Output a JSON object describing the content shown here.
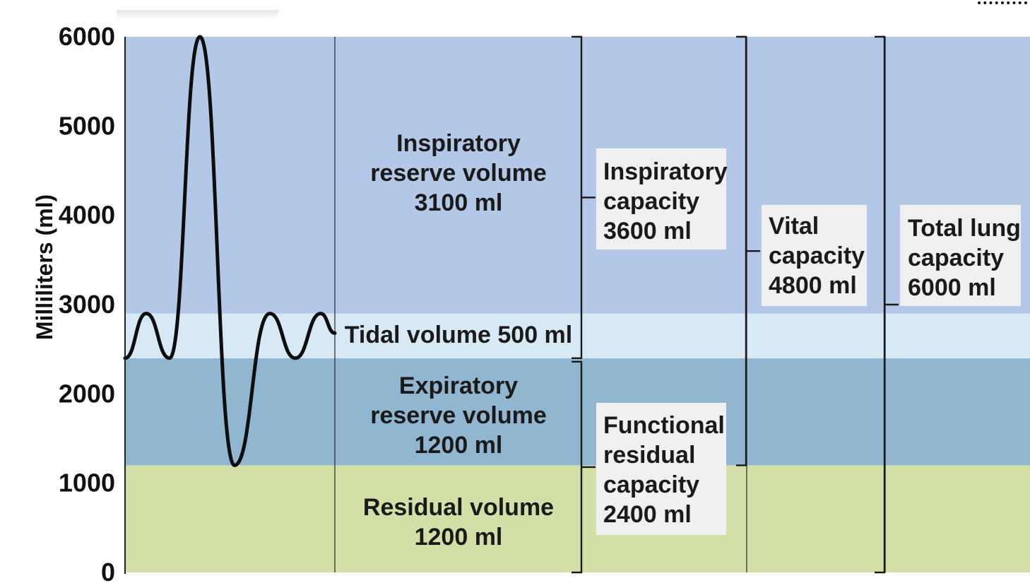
{
  "chart_data": {
    "type": "area",
    "title": "",
    "ylabel": "Milliliters (ml)",
    "xlabel": "",
    "ylim": [
      0,
      6000
    ],
    "yticks": [
      0,
      1000,
      2000,
      3000,
      4000,
      5000,
      6000
    ],
    "bands": [
      {
        "name": "Residual volume",
        "from": 0,
        "to": 1200,
        "color": "#d2e0a8"
      },
      {
        "name": "Expiratory reserve volume",
        "from": 1200,
        "to": 2400,
        "color": "#91b7d0"
      },
      {
        "name": "Tidal volume",
        "from": 2400,
        "to": 2900,
        "color": "#d8e9f6"
      },
      {
        "name": "Inspiratory reserve volume",
        "from": 2900,
        "to": 6000,
        "color": "#b2c8e6"
      }
    ],
    "volumes": [
      {
        "lines": [
          "Inspiratory",
          "reserve volume",
          "3100 ml"
        ],
        "value": 3100
      },
      {
        "lines": [
          "Tidal volume 500 ml"
        ],
        "value": 500
      },
      {
        "lines": [
          "Expiratory",
          "reserve volume",
          "1200 ml"
        ],
        "value": 1200
      },
      {
        "lines": [
          "Residual volume",
          "1200 ml"
        ],
        "value": 1200
      }
    ],
    "capacities": [
      {
        "lines": [
          "Inspiratory",
          "capacity",
          "3600 ml"
        ],
        "value": 3600,
        "from": 2400,
        "to": 6000
      },
      {
        "lines": [
          "Functional",
          "residual",
          "capacity",
          "2400 ml"
        ],
        "value": 2400,
        "from": 0,
        "to": 2400
      },
      {
        "lines": [
          "Vital",
          "capacity",
          "4800 ml"
        ],
        "value": 4800,
        "from": 1200,
        "to": 6000
      },
      {
        "lines": [
          "Total lung",
          "capacity",
          "6000 ml"
        ],
        "value": 6000,
        "from": 0,
        "to": 6000
      }
    ],
    "trace": [
      {
        "t": 0,
        "v": 2400
      },
      {
        "t": 1,
        "v": 2900
      },
      {
        "t": 2,
        "v": 2400
      },
      {
        "t": 3,
        "v": 6000
      },
      {
        "t": 4,
        "v": 1200
      },
      {
        "t": 5,
        "v": 2900
      },
      {
        "t": 6,
        "v": 2400
      },
      {
        "t": 7,
        "v": 2900
      }
    ]
  }
}
